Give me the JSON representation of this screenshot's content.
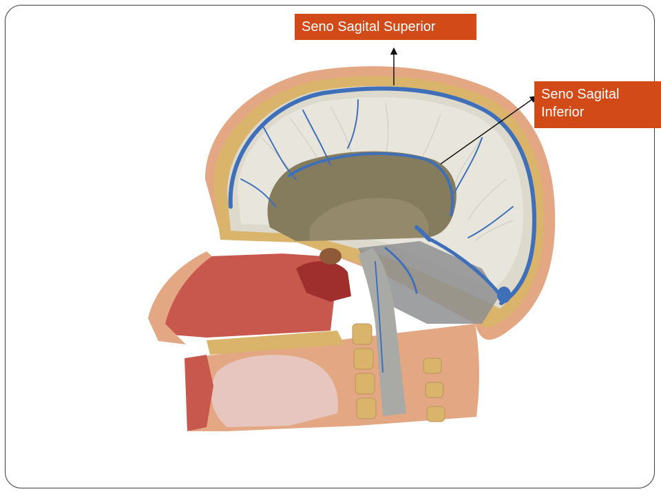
{
  "labels": {
    "superior": "Seno Sagital Superior",
    "inferior": "Seno Sagital\nInferior"
  },
  "colors": {
    "label_bg": "#D24A17",
    "label_text": "#ffffff",
    "arrow": "#111111",
    "vein": "#3E6FB8",
    "skin": "#E3A783",
    "bone": "#D9B46A",
    "brain_white": "#E8E6DC",
    "ventricle": "#857C5E",
    "mucosa": "#C8574E"
  },
  "illustration": {
    "subject": "midsagittal-section-head-dural-venous-sinuses"
  }
}
